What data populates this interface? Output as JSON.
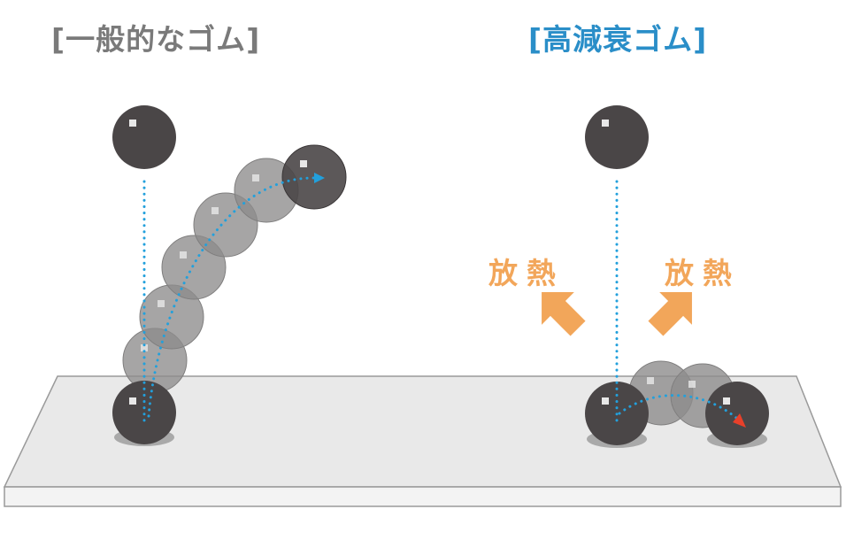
{
  "titles": {
    "left": "[一般的なゴム]",
    "right": "[高減衰ゴム]"
  },
  "labels": {
    "heat_left": "放熱",
    "heat_right": "放熱"
  },
  "colors": {
    "left_title": "#7a7a7a",
    "right_title": "#2a8ec8",
    "heat": "#f2a65a",
    "dotted_path": "#22a0dc",
    "end_arrow": "#e8402a",
    "ball_dark": "#4a4647",
    "ball_ghost": "#8d8c8c",
    "floor_top": "#e9e9e9",
    "floor_front": "#f3f3f3",
    "floor_edge": "#9a9a9a"
  }
}
